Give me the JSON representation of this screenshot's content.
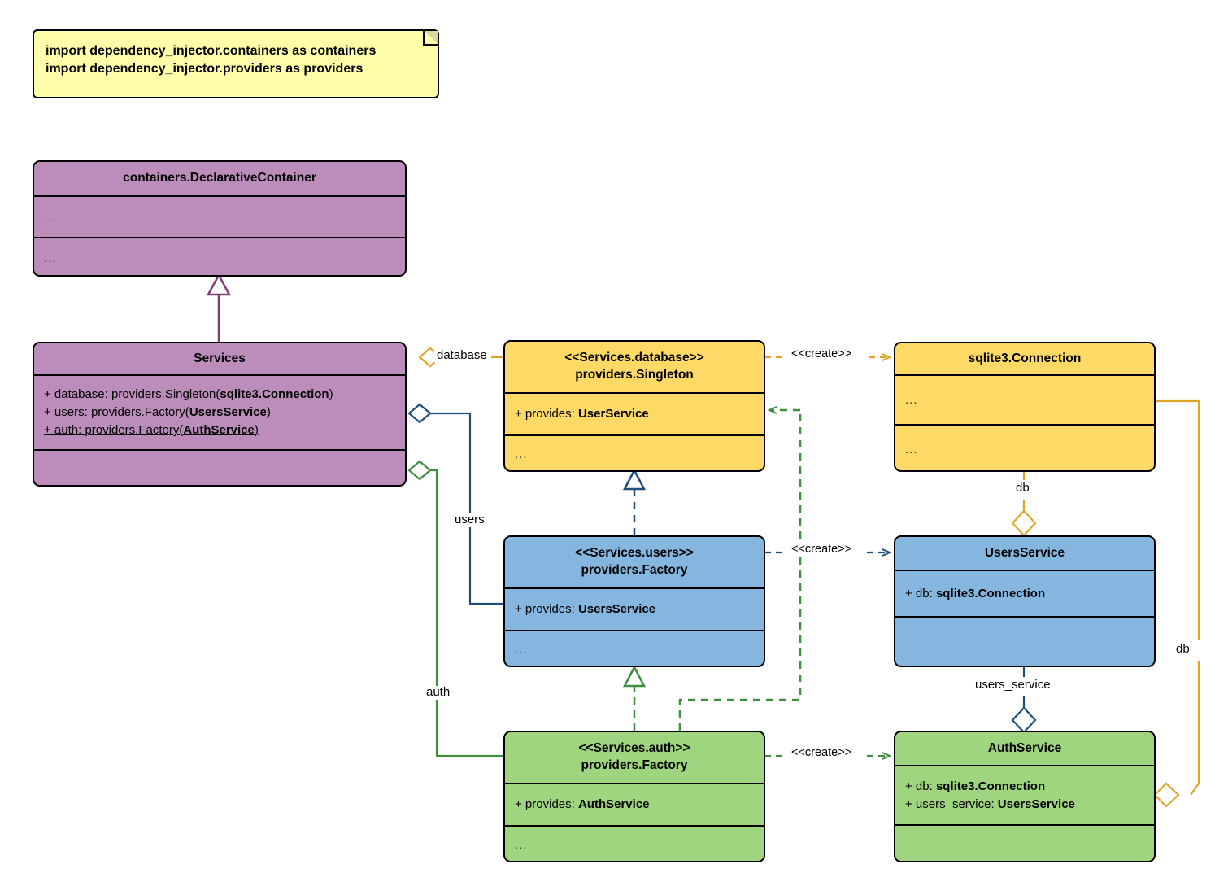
{
  "diagram": {
    "kind": "uml-class-diagram",
    "title": "dependency_injector Services container UML",
    "colors": {
      "note_fill": "#ffffaa",
      "container_fill": "#bc8dbb",
      "database_fill": "#ffd966",
      "users_fill": "#84b6e0",
      "auth_fill": "#9fd57f",
      "edge_purple": "#7b3f7b",
      "edge_orange": "#e0a526",
      "edge_blue": "#1f4e79",
      "edge_green": "#3f8f3f",
      "stroke": "#000000"
    }
  },
  "note": {
    "lines": [
      "import dependency_injector.containers as containers",
      "import dependency_injector.providers as providers"
    ],
    "text": "import dependency_injector.containers as containers\nimport dependency_injector.providers as providers"
  },
  "classes": {
    "declarative_container": {
      "name": "containers.DeclarativeContainer",
      "attributes": "...",
      "methods": "..."
    },
    "services": {
      "name": "Services",
      "attributes": [
        {
          "text": "+ database: providers.Singleton(sqlite3.Connection)",
          "prefix": "+ database: providers.Singleton(",
          "bold": "sqlite3.Connection",
          "suffix": ")"
        },
        {
          "text": "+ users: providers.Factory(UsersService)",
          "prefix": "+ users: providers.Factory(",
          "bold": "UsersService",
          "suffix": ")"
        },
        {
          "text": "+ auth: providers.Factory(AuthService)",
          "prefix": "+ auth: providers.Factory(",
          "bold": "AuthService",
          "suffix": ")"
        }
      ],
      "methods": ""
    },
    "services_database": {
      "stereotype": "<<Services.database>>",
      "name": "providers.Singleton",
      "attribute_prefix": "+ provides: ",
      "attribute_bold": "UserService",
      "methods": "..."
    },
    "sqlite3_connection": {
      "name": "sqlite3.Connection",
      "attributes": "...",
      "methods": "..."
    },
    "services_users": {
      "stereotype": "<<Services.users>>",
      "name": "providers.Factory",
      "attribute_prefix": "+ provides: ",
      "attribute_bold": "UsersService",
      "methods": "..."
    },
    "users_service": {
      "name": "UsersService",
      "attributes": [
        {
          "prefix": "+ db: ",
          "bold": "sqlite3.Connection"
        }
      ],
      "methods": ""
    },
    "services_auth": {
      "stereotype": "<<Services.auth>>",
      "name": "providers.Factory",
      "attribute_prefix": "+ provides: ",
      "attribute_bold": "AuthService",
      "methods": "..."
    },
    "auth_service": {
      "name": "AuthService",
      "attributes": [
        {
          "prefix": "+ db: ",
          "bold": "sqlite3.Connection"
        },
        {
          "prefix": "+ users_service: ",
          "bold": "UsersService"
        }
      ],
      "methods": ""
    }
  },
  "edge_labels": {
    "database": "database",
    "users": "users",
    "auth": "auth",
    "create_database": "<<create>>",
    "create_users": "<<create>>",
    "create_auth": "<<create>>",
    "db_users": "db",
    "db_auth": "db",
    "users_service": "users_service"
  }
}
